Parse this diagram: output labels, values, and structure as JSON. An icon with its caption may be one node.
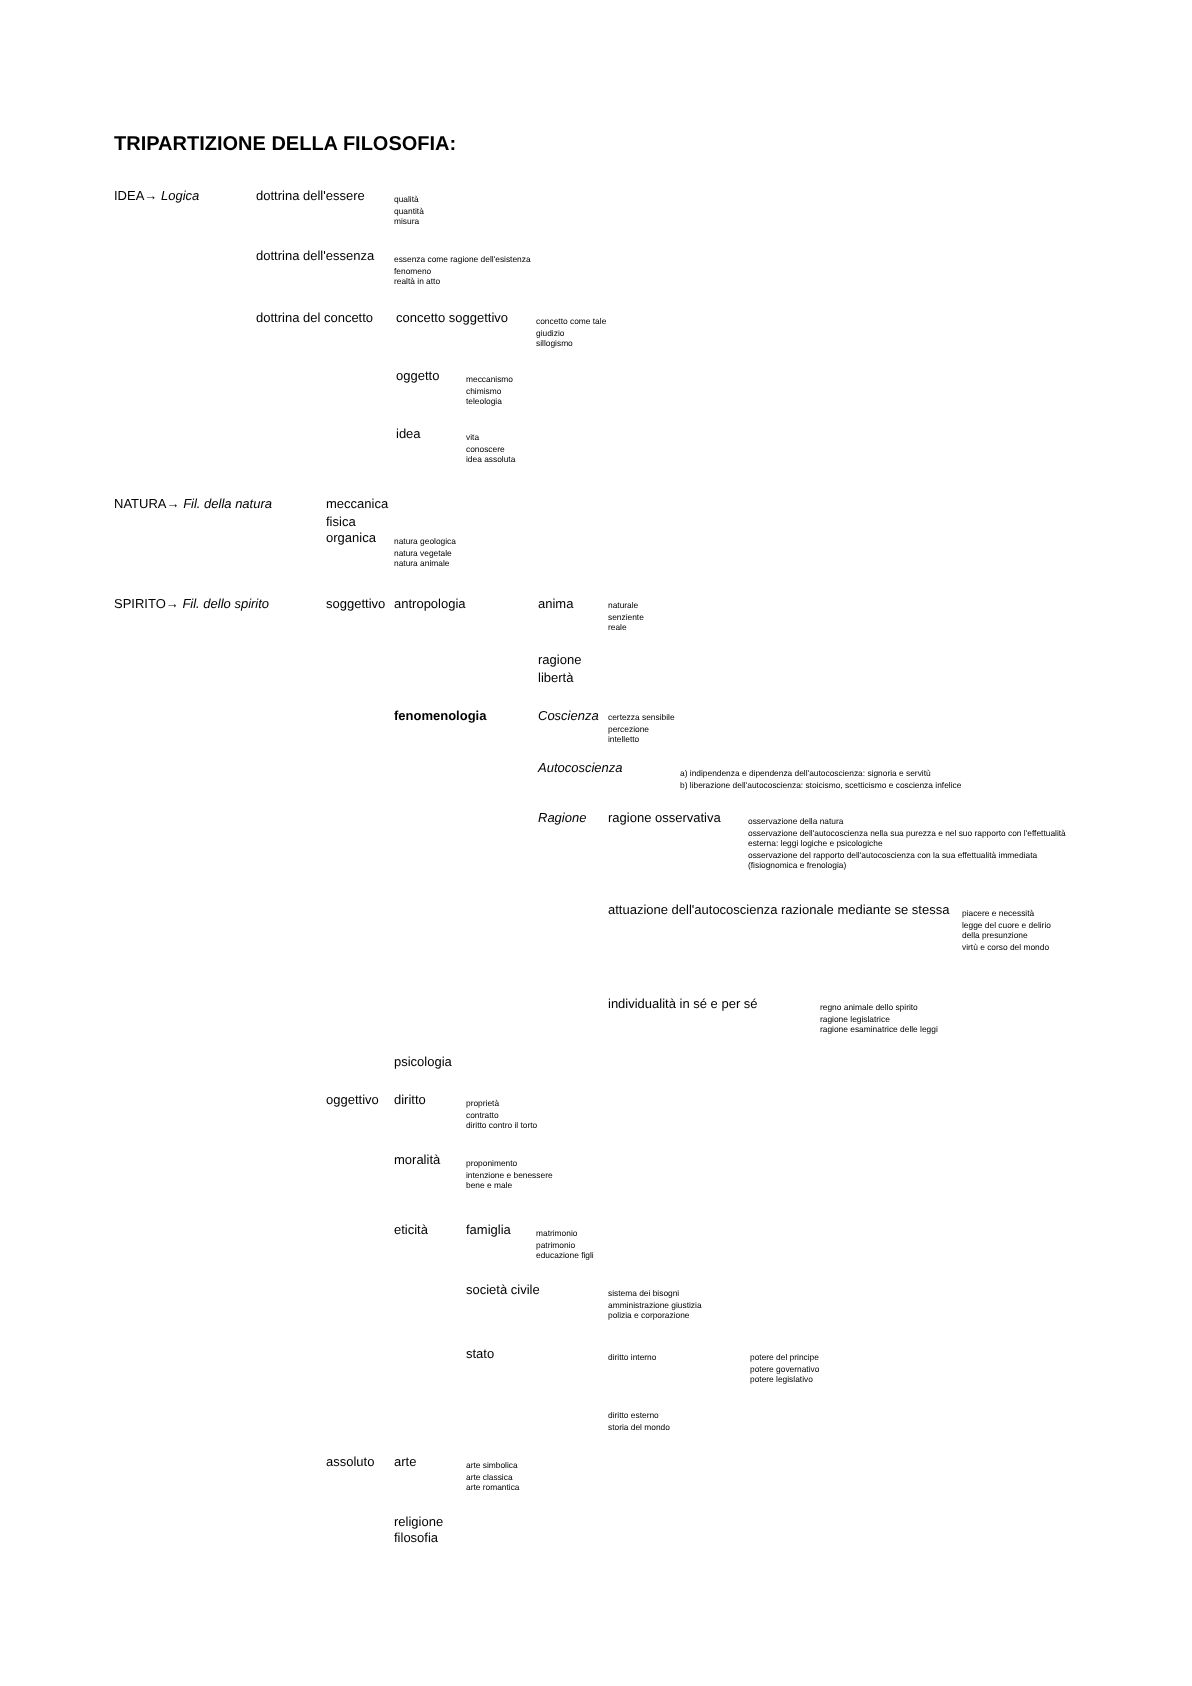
{
  "diagram": {
    "title": "TRIPARTIZIONE DELLA FILOSOFIA:",
    "labels": [
      "IDEA→ *Logica*",
      "dottrina dell'essere",
      "qualità",
      "quantità",
      "misura",
      "dottrina dell'essenza",
      "essenza come ragione dell'esistenza",
      "fenomeno",
      "realtà in atto",
      "dottrina del concetto",
      "concetto soggettivo",
      "concetto come tale",
      "giudizio",
      "sillogismo",
      "oggetto",
      "meccanismo",
      "chimismo",
      "teleologia",
      "idea",
      "vita",
      "conoscere",
      "idea assoluta",
      "NATURA→ *Fil. della natura*",
      "meccanica",
      "fisica",
      "organica",
      "natura geologica",
      "natura vegetale",
      "natura animale",
      "SPIRITO→ *Fil. dello spirito*",
      "soggettivo",
      "antropologia",
      "anima",
      "naturale",
      "senziente",
      "reale",
      "ragione",
      "libertà",
      "fenomenologia",
      "Coscienza",
      "certezza sensibile",
      "percezione",
      "intelletto",
      "Autocoscienza",
      "a) indipendenza e dipendenza dell'autocoscienza: signoria e servitù",
      "b) liberazione dell'autocoscienza: stoicismo, scetticismo e coscienza infelice",
      "Ragione",
      "ragione osservativa",
      "osservazione della natura",
      "osservazione dell'autocoscienza nella sua purezza e nel suo rapporto con l'effettualità esterna: leggi logiche e psicologiche",
      "osservazione del rapporto dell'autocoscienza con la sua effettualità immediata (fisiognomica e frenologia)",
      "attuazione dell'autocoscienza razionale mediante se stessa",
      "piacere e necessità",
      "legge del cuore e delirio della presunzione",
      "virtù e corso del mondo",
      "individualità in sé e per sé",
      "regno animale dello spirito",
      "ragione legislatrice",
      "ragione esaminatrice delle leggi",
      "psicologia",
      "oggettivo",
      "diritto",
      "proprietà",
      "contratto",
      "diritto contro il torto",
      "moralità",
      "proponimento",
      "intenzione e benessere",
      "bene e male",
      "eticità",
      "famiglia",
      "matrimonio",
      "patrimonio",
      "educazione figli",
      "società civile",
      "sistema dei bisogni",
      "amministrazione giustizia",
      "polizia e corporazione",
      "stato",
      "diritto interno",
      "potere del principe",
      "potere governativo",
      "potere legislativo",
      "diritto esterno",
      "storia del mondo",
      "assoluto",
      "arte",
      "arte simbolica",
      "arte classica",
      "arte romantica",
      "religione",
      "filosofia"
    ]
  }
}
